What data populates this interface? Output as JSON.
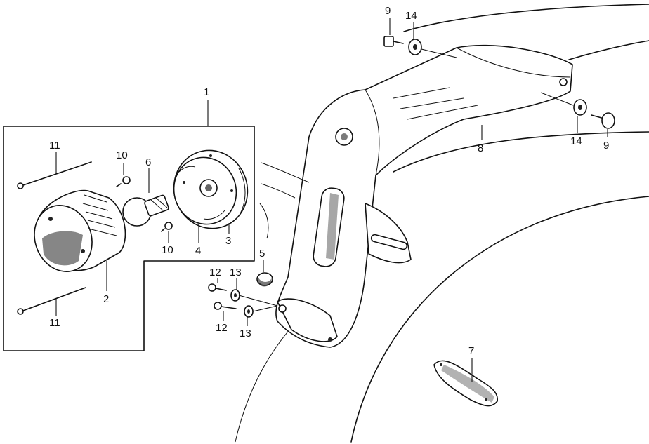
{
  "diagram": {
    "callouts": {
      "c1": "1",
      "c2": "2",
      "c3": "3",
      "c4": "4",
      "c5": "5",
      "c6": "6",
      "c7": "7",
      "c8": "8",
      "c9a": "9",
      "c9b": "9",
      "c10a": "10",
      "c10b": "10",
      "c11a": "11",
      "c11b": "11",
      "c12a": "12",
      "c12b": "12",
      "c13a": "13",
      "c13b": "13",
      "c14a": "14",
      "c14b": "14"
    }
  },
  "colors": {
    "ink": "#111111",
    "background": "#ffffff"
  }
}
